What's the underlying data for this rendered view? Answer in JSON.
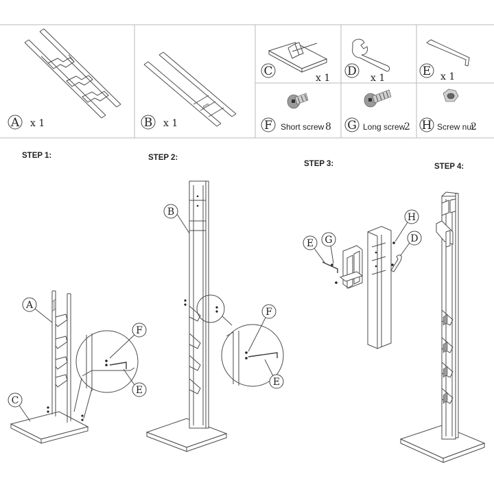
{
  "parts": [
    {
      "letter": "A",
      "qty": "x 1"
    },
    {
      "letter": "B",
      "qty": "x 1"
    },
    {
      "letter": "C",
      "qty": "x 1"
    },
    {
      "letter": "D",
      "qty": "x 1"
    },
    {
      "letter": "E",
      "qty": "x 1"
    },
    {
      "letter": "F",
      "label": "Short screw",
      "count": "8"
    },
    {
      "letter": "G",
      "label": "Long screw",
      "count": "2"
    },
    {
      "letter": "H",
      "label": "Screw nut",
      "count": "2"
    }
  ],
  "steps": [
    "STEP 1:",
    "STEP 2:",
    "STEP 3:",
    "STEP 4:"
  ],
  "callouts": {
    "step1": [
      "A",
      "C",
      "F",
      "E"
    ],
    "step2": [
      "B",
      "F",
      "E"
    ],
    "step3": [
      "E",
      "G",
      "H",
      "D"
    ]
  }
}
